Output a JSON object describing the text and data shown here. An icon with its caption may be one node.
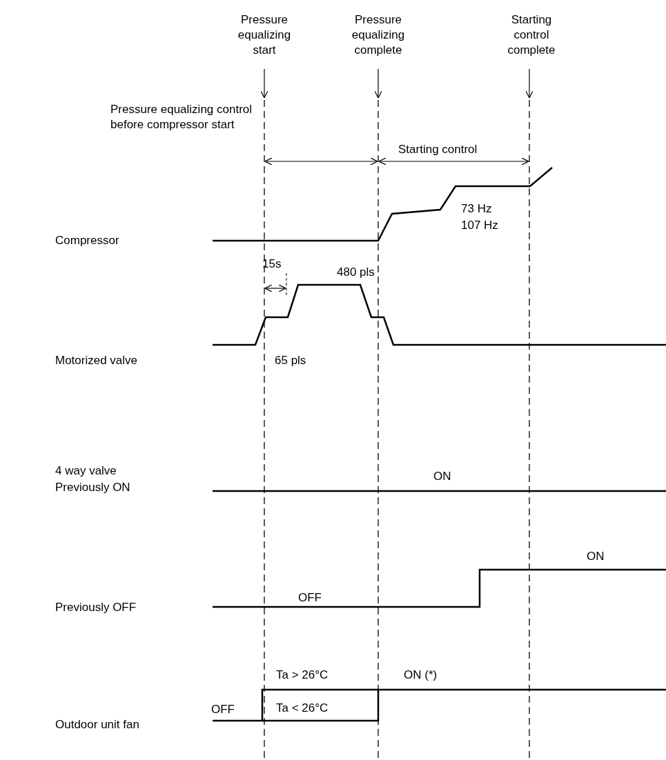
{
  "diagram": {
    "labels": [
      "Pressure equalizing start",
      "Pressure equalizing complete",
      "Starting control complete",
      "Pressure equalizing control before compressor start",
      "Starting control",
      "73 Hz",
      "107 Hz",
      "Compressor",
      "15s",
      "480 pls",
      "Motorized valve",
      "65 pls",
      "4 way valve",
      "Previously ON",
      "ON",
      "ON",
      "Previously OFF",
      "OFF",
      "Ta > 26°C",
      "ON (*)",
      "Outdoor unit fan",
      "OFF",
      "Ta < 26°C"
    ]
  }
}
